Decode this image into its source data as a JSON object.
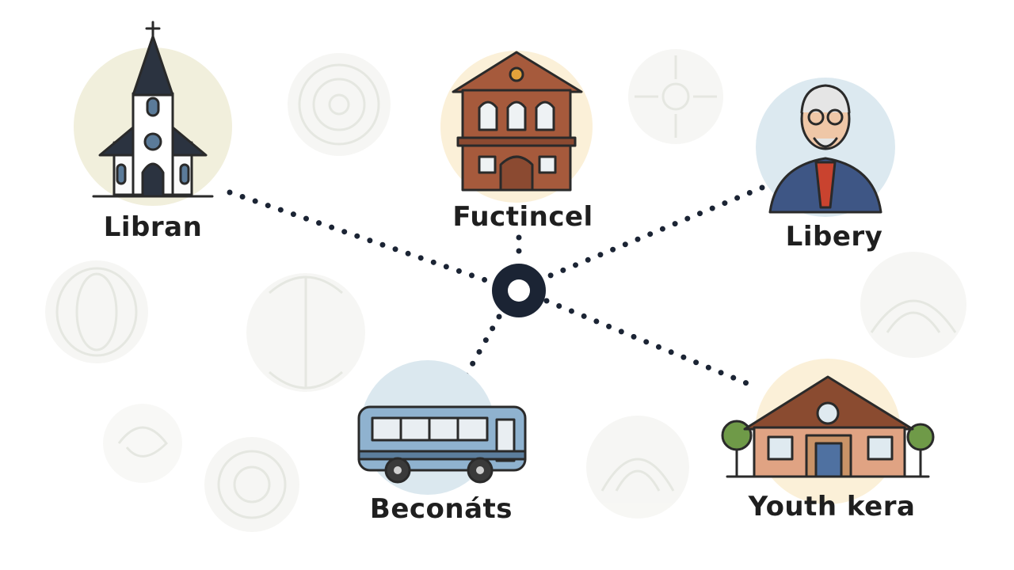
{
  "diagram": {
    "hub": {
      "icon": "ring-icon"
    },
    "nodes": [
      {
        "id": "church",
        "label": "Libran",
        "icon": "church-icon"
      },
      {
        "id": "hall",
        "label": "Fuctincel",
        "icon": "town-hall-icon"
      },
      {
        "id": "elder",
        "label": "Libery",
        "icon": "elder-portrait-icon"
      },
      {
        "id": "bus",
        "label": "Beconáts",
        "icon": "bus-icon"
      },
      {
        "id": "youth",
        "label": "Youth kera",
        "icon": "youth-center-icon"
      }
    ]
  },
  "colors": {
    "hub": "#1b2434",
    "connector": "#1b2434",
    "brick": "#a65a3c",
    "bus_body": "#8fb2cf",
    "church_roof": "#2b3340"
  }
}
